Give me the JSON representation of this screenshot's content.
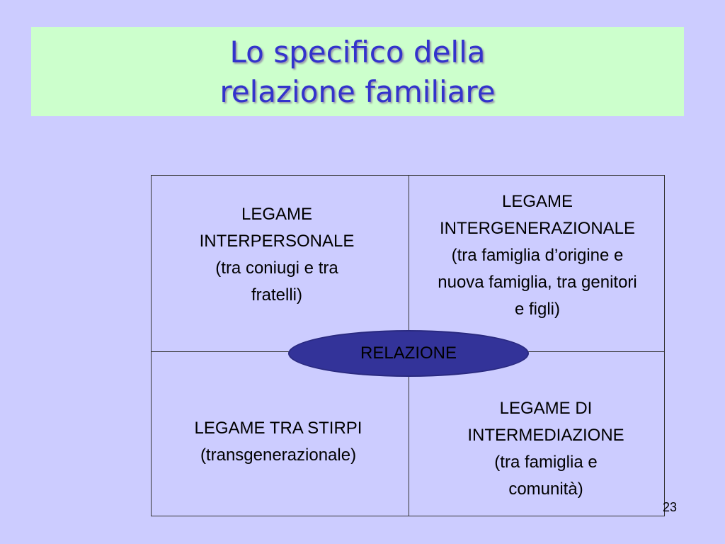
{
  "slide": {
    "title_line1": "Lo specifico della",
    "title_line2": "relazione familiare",
    "page_number": "23"
  },
  "diagram": {
    "center_label": "RELAZIONE",
    "cells": {
      "top_left": [
        "LEGAME",
        "INTERPERSONALE",
        "(tra coniugi e tra",
        "fratelli)"
      ],
      "top_right": [
        "LEGAME",
        "INTERGENERAZIONALE",
        "(tra famiglia d’origine e",
        "nuova famiglia, tra genitori",
        "e figli)"
      ],
      "bottom_left": [
        "LEGAME TRA STIRPI",
        "(transgenerazionale)"
      ],
      "bottom_right": [
        "LEGAME DI",
        "INTERMEDIAZIONE",
        "(tra famiglia e",
        "comunità)"
      ]
    }
  },
  "colors": {
    "background": "#ccccff",
    "title_box": "#ccffcc",
    "title_text": "#3333cc",
    "ellipse_fill": "#333399"
  }
}
